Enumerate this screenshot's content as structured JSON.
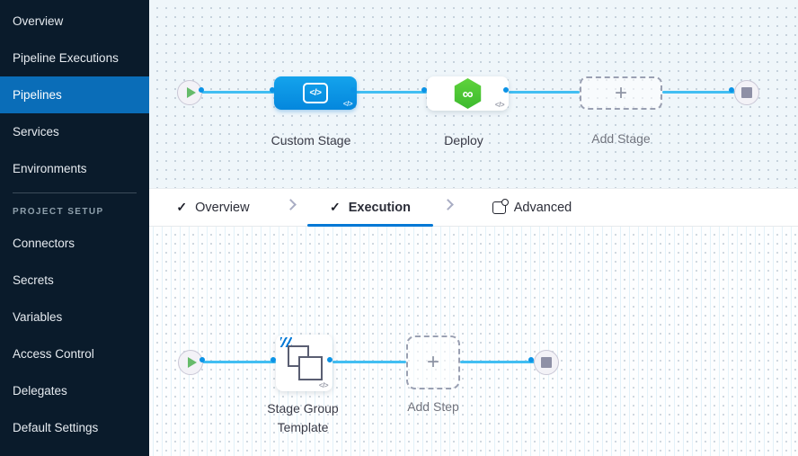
{
  "sidebar": {
    "items": [
      {
        "label": "Overview"
      },
      {
        "label": "Pipeline Executions"
      },
      {
        "label": "Pipelines"
      },
      {
        "label": "Services"
      },
      {
        "label": "Environments"
      }
    ],
    "section_label": "PROJECT SETUP",
    "setup_items": [
      {
        "label": "Connectors"
      },
      {
        "label": "Secrets"
      },
      {
        "label": "Variables"
      },
      {
        "label": "Access Control"
      },
      {
        "label": "Delegates"
      },
      {
        "label": "Default Settings"
      }
    ],
    "active_item": "Pipelines"
  },
  "tabs": {
    "overview": {
      "label": "Overview",
      "check": "✓"
    },
    "execution": {
      "label": "Execution",
      "check": "✓"
    },
    "advanced": {
      "label": "Advanced"
    }
  },
  "stage_canvas": {
    "custom_stage": {
      "label": "Custom Stage",
      "icon_text": "</>",
      "code_badge": "</>"
    },
    "deploy": {
      "label": "Deploy",
      "icon_glyph": "∞",
      "code_badge": "</>"
    },
    "add_stage": {
      "label": "Add Stage",
      "plus": "+"
    }
  },
  "execution_canvas": {
    "stage_group_template": {
      "label_line1": "Stage Group",
      "label_line2": "Template",
      "code_badge": "</>"
    },
    "add_step": {
      "label": "Add Step",
      "plus": "+"
    }
  },
  "colors": {
    "sidebar_bg": "#0a1b2b",
    "sidebar_active_bg": "#0a6db8",
    "node_blue": "#0a93e6",
    "edge_blue": "#41bef2",
    "accent_blue": "#0278d5",
    "deploy_green": "#4cc935",
    "play_green": "#66bb6a",
    "stop_gray": "#8e90a6",
    "canvas_top_bg": "#eff6fa",
    "canvas_bottom_bg": "#fdfeff"
  }
}
